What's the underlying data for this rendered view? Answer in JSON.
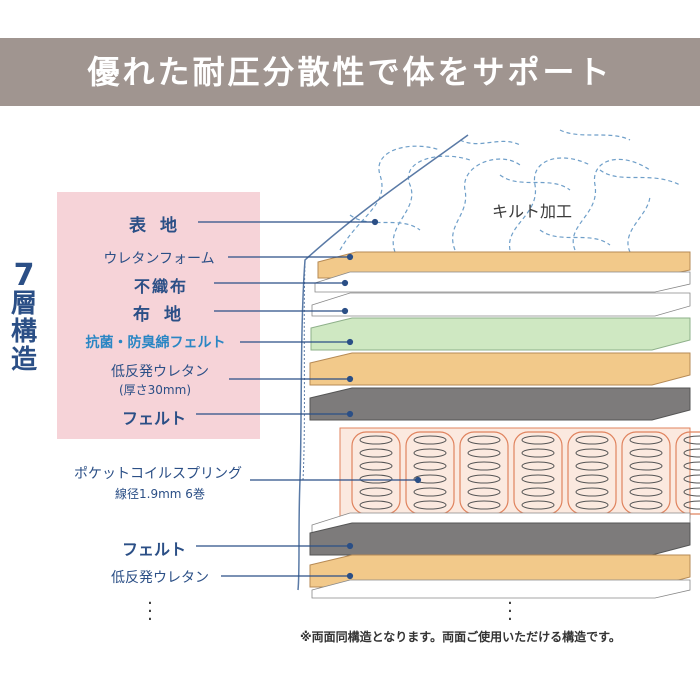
{
  "header": {
    "title": "優れた耐圧分散性で体をサポート"
  },
  "side_label": {
    "number": "7",
    "chars": [
      "層",
      "構",
      "造"
    ]
  },
  "labels": {
    "omote": "表 地",
    "urethane_foam": "ウレタンフォーム",
    "fushokufu": "不織布",
    "fuji": "布 地",
    "antibac": "抗菌・防臭綿フェルト",
    "low_rebound": "低反発ウレタン",
    "thickness": "(厚さ30mm)",
    "felt": "フェルト",
    "pocket_coil": "ポケットコイルスプリング",
    "wire": "線径1.9mm 6巻",
    "felt2": "フェルト",
    "low_rebound2": "低反発ウレタン"
  },
  "quilt_label": "キルト加工",
  "footnote": "※両面同構造となります。両面ご使用いただける構造です。",
  "colors": {
    "header_bg": "#a09590",
    "pink_box": "#f6d3d8",
    "label_blue": "#2b4f86",
    "foam": "#f2c98a",
    "felt": "#7d7b7b",
    "antibac": "#cfe8c2",
    "coil": "#e0835e"
  }
}
